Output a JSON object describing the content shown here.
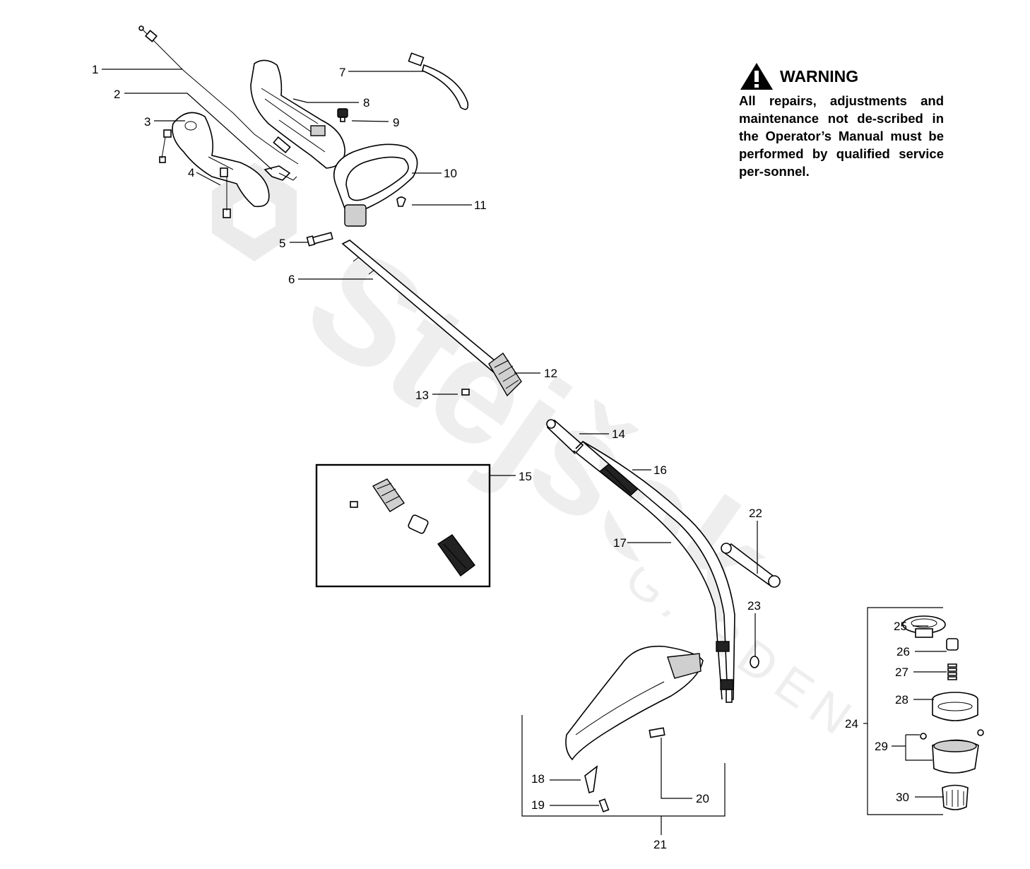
{
  "warning": {
    "title": "WARNING",
    "text": "All repairs, adjustments and maintenance not de-scribed in the Operator’s Manual must be performed by qualified service per-sonnel.",
    "icon": "warning-triangle-icon"
  },
  "watermark": {
    "brand": "Stejšek",
    "sub": "GARDEN"
  },
  "callouts": {
    "c1": "1",
    "c2": "2",
    "c3": "3",
    "c4": "4",
    "c5": "5",
    "c6": "6",
    "c7": "7",
    "c8": "8",
    "c9": "9",
    "c10": "10",
    "c11": "11",
    "c12": "12",
    "c13": "13",
    "c14": "14",
    "c15": "15",
    "c16": "16",
    "c17": "17",
    "c18": "18",
    "c19": "19",
    "c20": "20",
    "c21": "21",
    "c22": "22",
    "c23": "23",
    "c24": "24",
    "c25": "25",
    "c26": "26",
    "c27": "27",
    "c28": "28",
    "c29": "29",
    "c30": "30"
  }
}
